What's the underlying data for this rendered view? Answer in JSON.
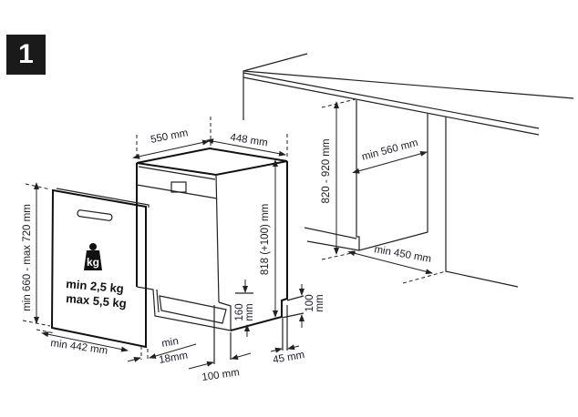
{
  "step_number": "1",
  "dishwasher": {
    "depth": "550 mm",
    "width": "448 mm",
    "height": "818 (+100) mm",
    "plinth_height": "160 mm",
    "plinth_height_lines": [
      "160",
      "mm"
    ],
    "foot_adjust_lines": [
      "100",
      "mm"
    ],
    "plinth_setback": "100 mm",
    "foot_offset": "45 mm"
  },
  "door": {
    "height_range": "min 660 - max 720 mm",
    "width": "min 442 mm",
    "thickness_lines": [
      "min",
      "18mm"
    ],
    "weight_icon_label": "kg",
    "weight_min": "min  2,5 kg",
    "weight_max": "max 5,5 kg"
  },
  "niche": {
    "height_range": "820 - 920 mm",
    "width": "min 560 mm",
    "depth": "min 450 mm"
  }
}
